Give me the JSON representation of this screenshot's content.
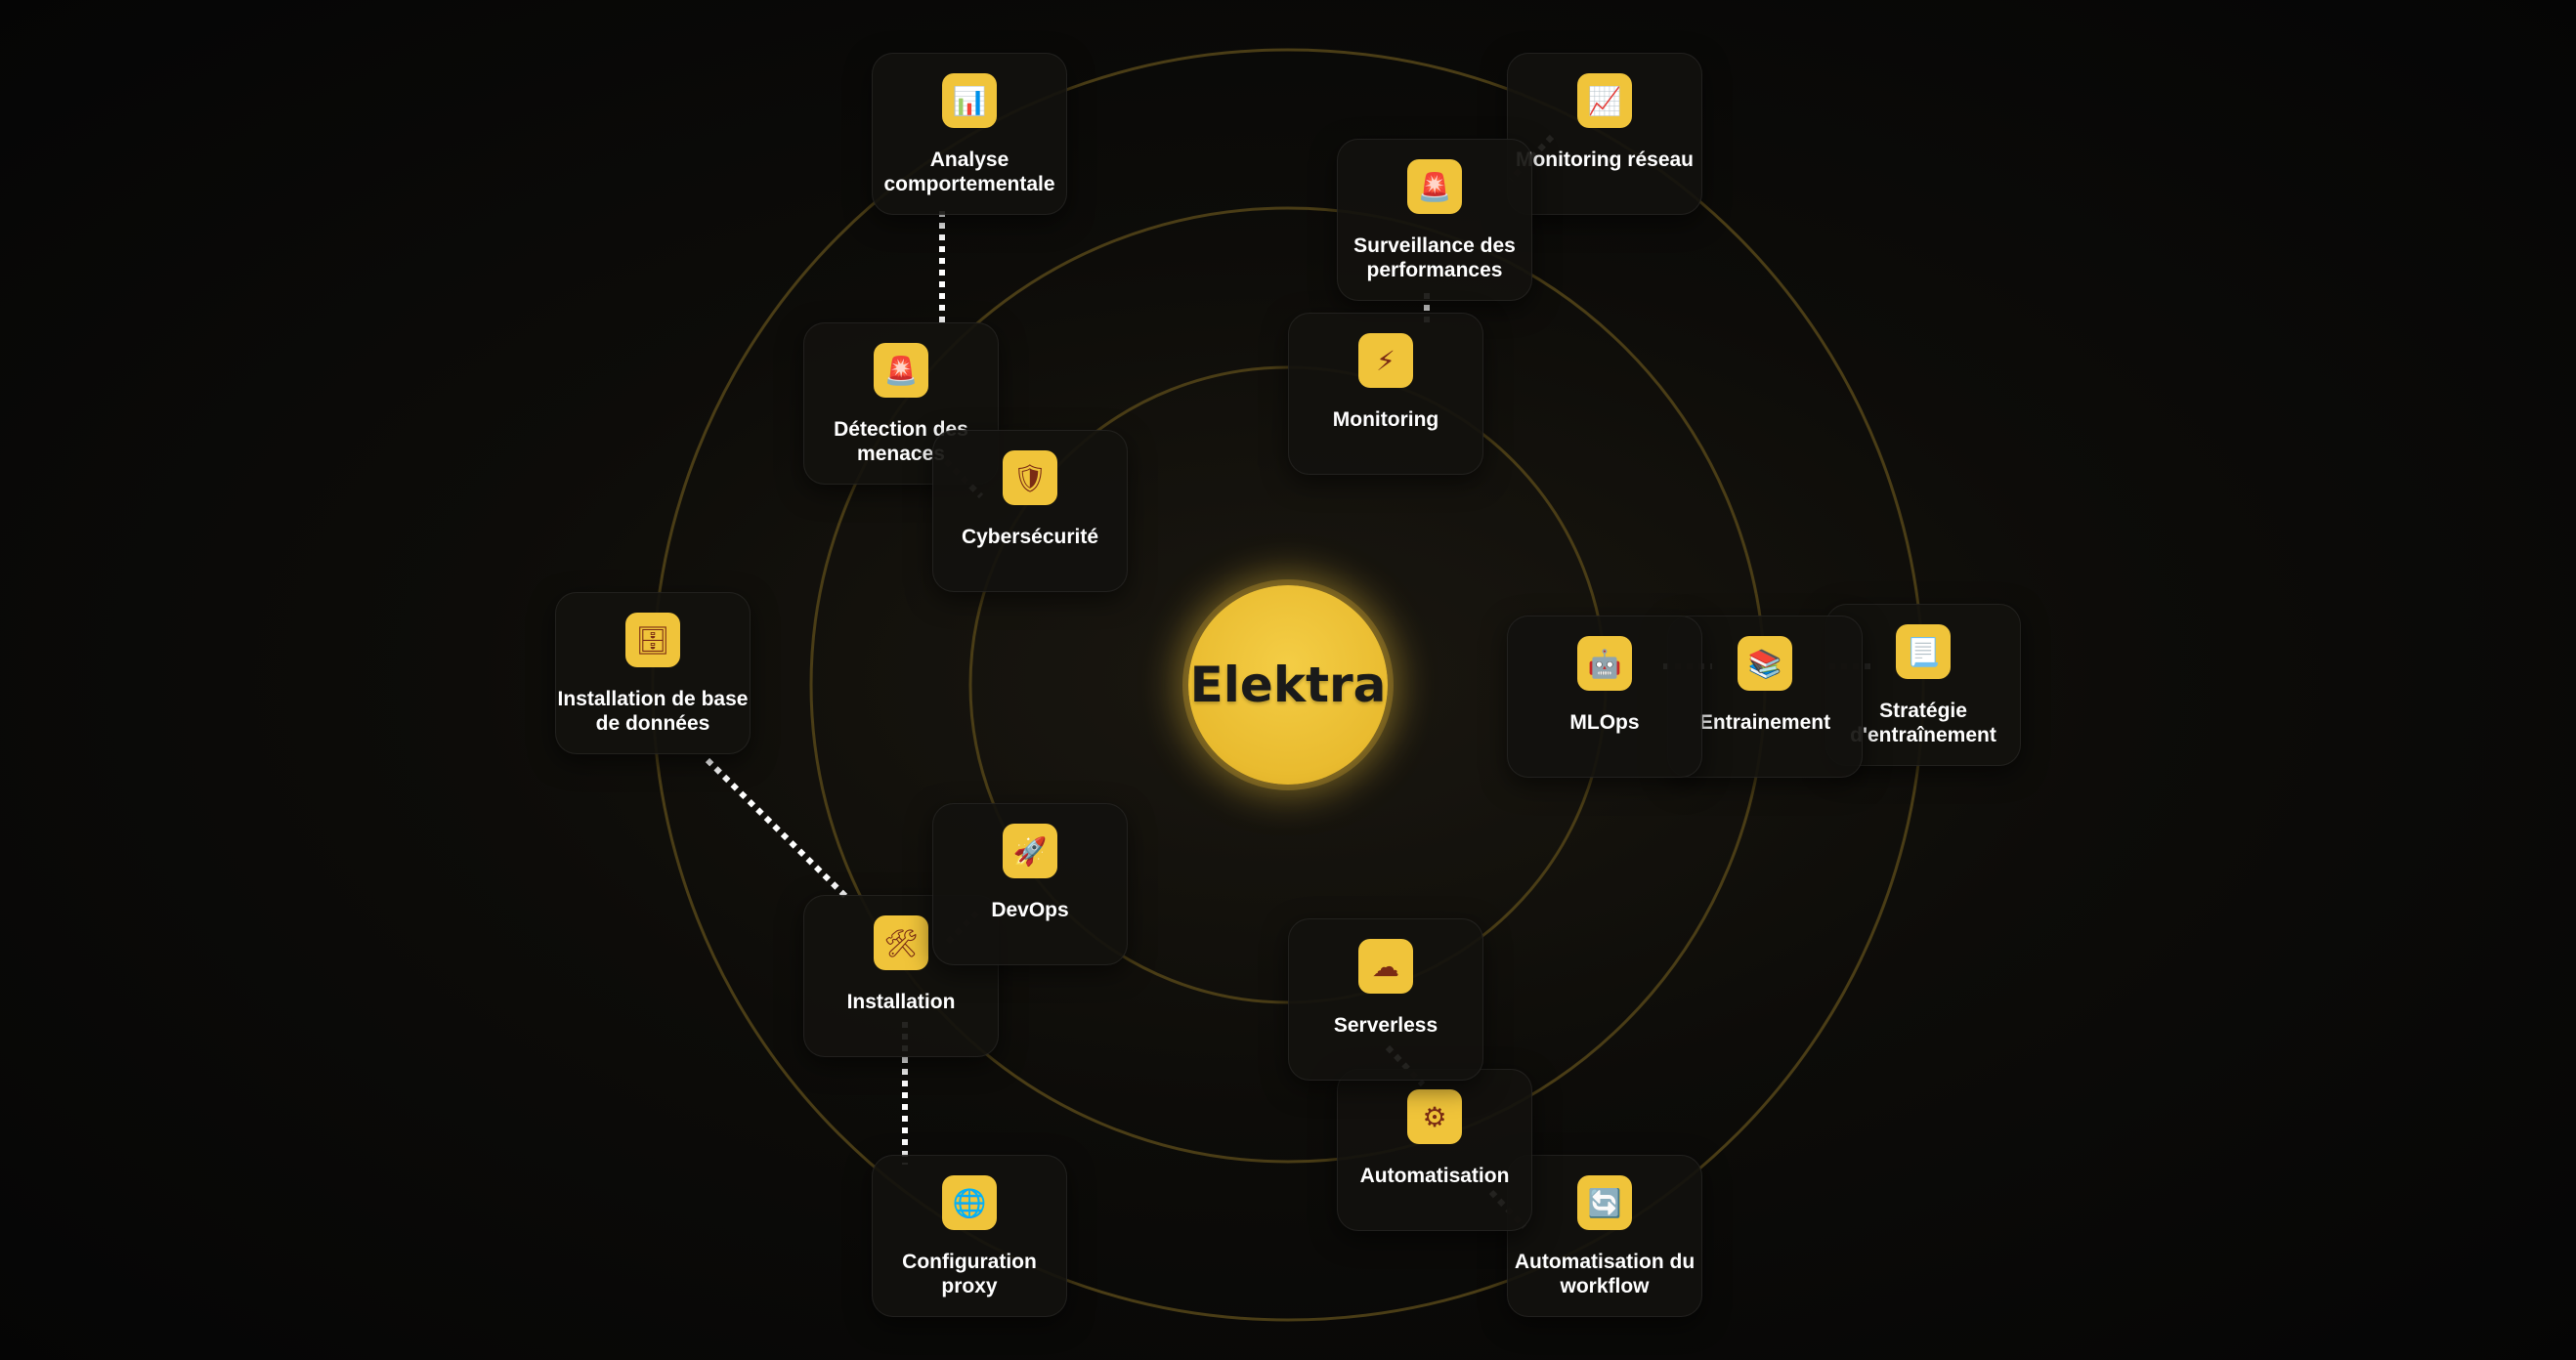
{
  "center": {
    "label": "Elektra"
  },
  "nodes": [
    {
      "id": "analyse",
      "label": "Analyse comportementale",
      "icon": "bar-chart-icon",
      "glyph": "📊"
    },
    {
      "id": "monitoring-reseau",
      "label": "Monitoring réseau",
      "icon": "trend-chart-icon",
      "glyph": "📈"
    },
    {
      "id": "surveillance",
      "label": "Surveillance des performances",
      "icon": "siren-icon",
      "glyph": "🚨"
    },
    {
      "id": "monitoring",
      "label": "Monitoring",
      "icon": "lightning-icon",
      "glyph": "⚡"
    },
    {
      "id": "detection",
      "label": "Détection des menaces",
      "icon": "siren-icon",
      "glyph": "🚨"
    },
    {
      "id": "cybersecurite",
      "label": "Cybersécurité",
      "icon": "shield-icon",
      "glyph": "🛡"
    },
    {
      "id": "installation-bdd",
      "label": "Installation de base de données",
      "icon": "file-cabinet-icon",
      "glyph": "🗄"
    },
    {
      "id": "mlops",
      "label": "MLOps",
      "icon": "robot-icon",
      "glyph": "🤖"
    },
    {
      "id": "entrainement",
      "label": "Entrainement",
      "icon": "books-icon",
      "glyph": "📚"
    },
    {
      "id": "strategie",
      "label": "Stratégie d'entraînement",
      "icon": "document-icon",
      "glyph": "📃"
    },
    {
      "id": "devops",
      "label": "DevOps",
      "icon": "rocket-icon",
      "glyph": "🚀"
    },
    {
      "id": "installation",
      "label": "Installation",
      "icon": "tools-icon",
      "glyph": "🛠"
    },
    {
      "id": "serverless",
      "label": "Serverless",
      "icon": "cloud-icon",
      "glyph": "☁"
    },
    {
      "id": "automatisation",
      "label": "Automatisation",
      "icon": "gear-icon",
      "glyph": "⚙"
    },
    {
      "id": "config-proxy",
      "label": "Configuration proxy",
      "icon": "globe-icon",
      "glyph": "🌐"
    },
    {
      "id": "automatisation-workflow",
      "label": "Automatisation du workflow",
      "icon": "cycle-arrows-icon",
      "glyph": "🔄"
    }
  ],
  "colors": {
    "accent": "#f0c43a",
    "orbit": "#4a3d16",
    "connector": "#ffffff",
    "node_bg": "#12110e"
  }
}
